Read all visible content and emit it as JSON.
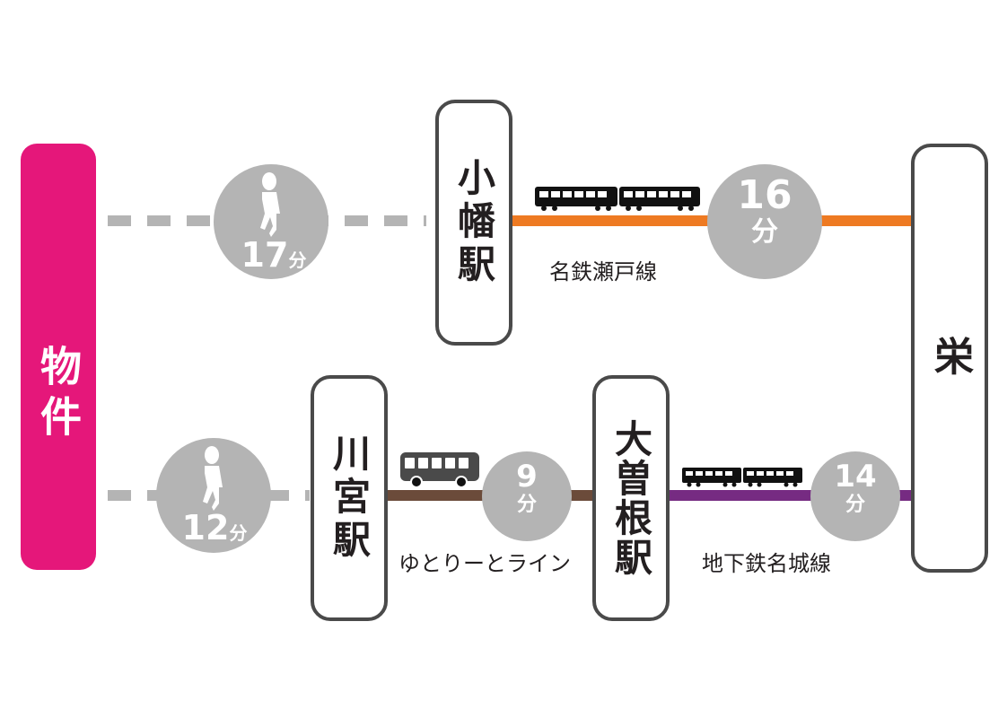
{
  "property": {
    "label": "物件",
    "icon": "house-icon",
    "color": "#e5177a"
  },
  "stations": {
    "obata": "小幡駅",
    "kawamiya": "川宮駅",
    "ozone": "大曽根駅",
    "sakae": "栄"
  },
  "routes": {
    "top": {
      "walk": {
        "minutes": "17",
        "unit": "分",
        "icon": "walking-person-icon"
      },
      "train": {
        "line": "名鉄瀬戸線",
        "minutes": "16",
        "unit": "分",
        "color": "#ee7a22",
        "icon": "train-icon"
      }
    },
    "bottom": {
      "walk": {
        "minutes": "12",
        "unit": "分",
        "icon": "walking-person-icon"
      },
      "bus": {
        "line": "ゆとりーとライン",
        "minutes": "9",
        "unit": "分",
        "color": "#6b4b3a",
        "icon": "bus-icon"
      },
      "subway": {
        "line": "地下鉄名城線",
        "minutes": "14",
        "unit": "分",
        "color": "#762b82",
        "icon": "train-icon"
      }
    }
  },
  "colors": {
    "walk_dash": "#b4b4b4",
    "box_border": "#4a4a4a"
  }
}
